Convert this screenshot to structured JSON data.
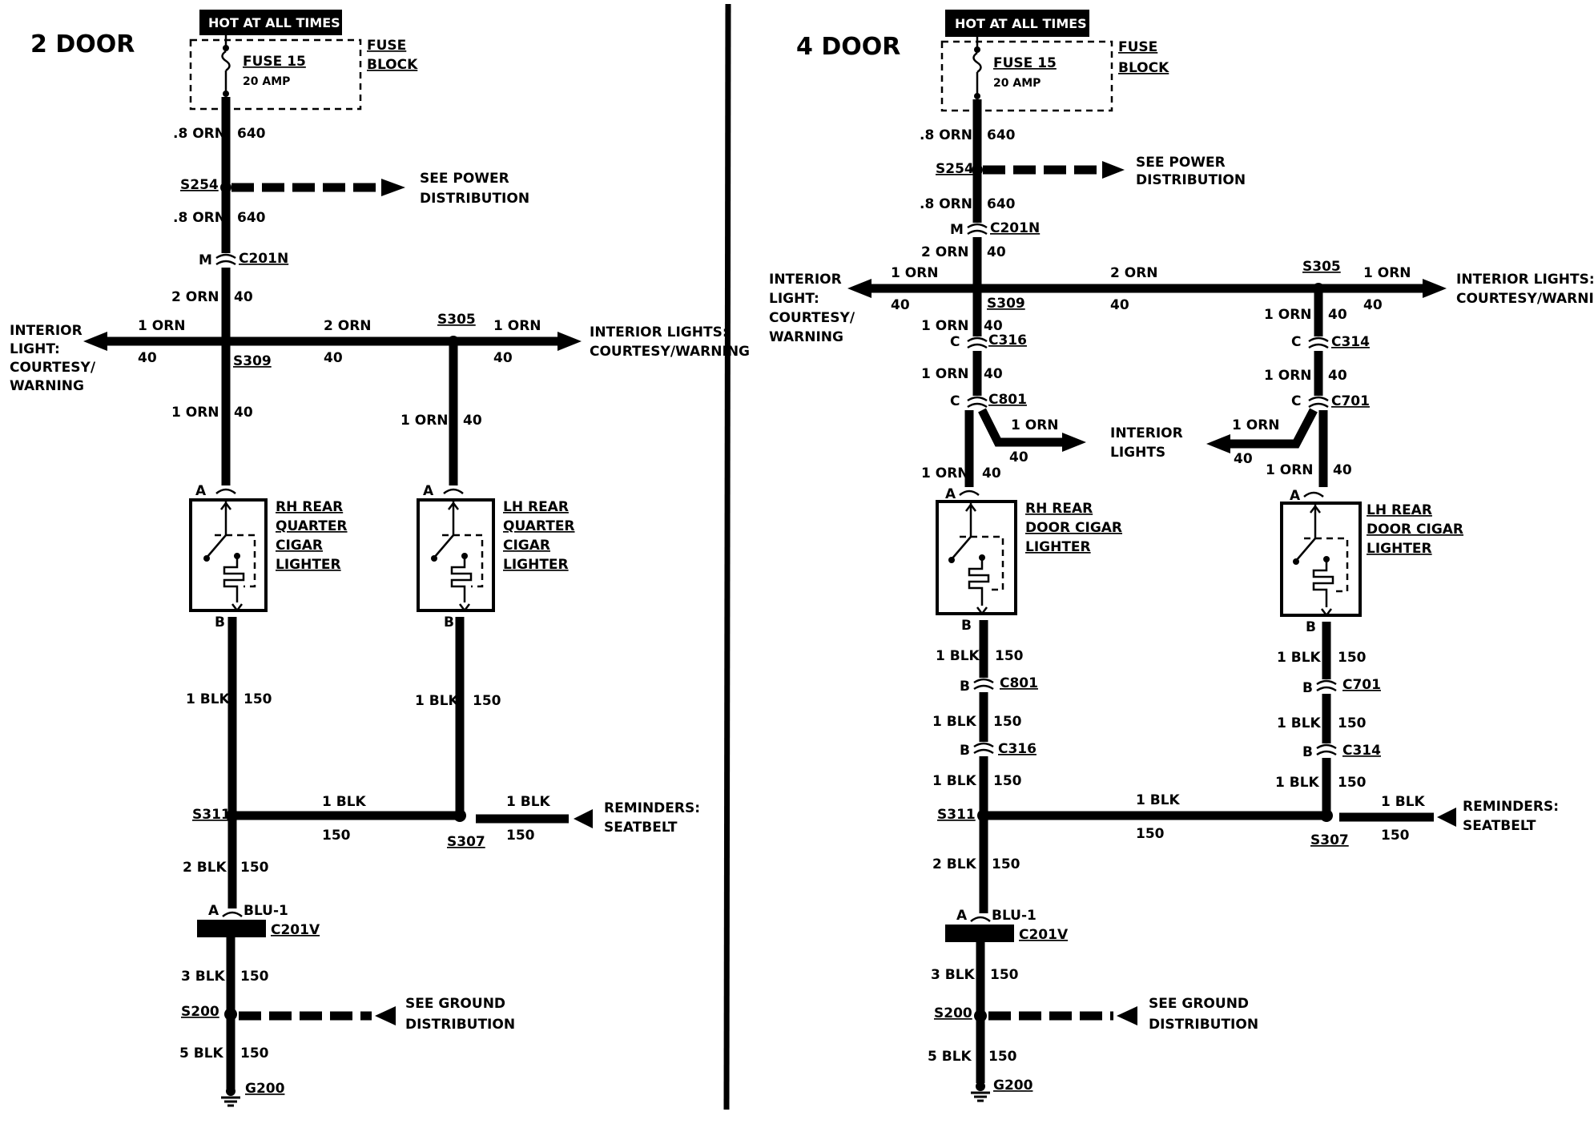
{
  "two_door": {
    "title": "2 DOOR",
    "hot_label": "HOT AT ALL TIMES",
    "fuse_name": "FUSE 15",
    "fuse_amp": "20 AMP",
    "fuse_block": [
      "FUSE",
      "BLOCK"
    ],
    "w1_gauge": ".8 ORN",
    "w1_circuit": "640",
    "s254": "S254",
    "see_power": [
      "SEE POWER",
      "DISTRIBUTION"
    ],
    "w2_gauge": ".8 ORN",
    "w2_circuit": "640",
    "conn_m": "M",
    "c201n": "C201N",
    "w3_gauge": "2 ORN",
    "w3_circuit": "40",
    "left_gauge": "1 ORN",
    "left_circuit": "40",
    "interior_left": [
      "INTERIOR",
      "LIGHT:",
      "COURTESY/",
      "WARNING"
    ],
    "s309": "S309",
    "mid_gauge": "2 ORN",
    "mid_circuit": "40",
    "s305": "S305",
    "right_gauge": "1 ORN",
    "right_circuit": "40",
    "interior_right": [
      "INTERIOR LIGHTS:",
      "COURTESY/WARNING"
    ],
    "rh_feed_gauge": "1 ORN",
    "rh_feed_circuit": "40",
    "lh_feed_gauge": "1 ORN",
    "lh_feed_circuit": "40",
    "pin_a": "A",
    "pin_b": "B",
    "rh_lighter": [
      "RH REAR",
      "QUARTER",
      "CIGAR",
      "LIGHTER"
    ],
    "lh_lighter": [
      "LH REAR",
      "QUARTER",
      "CIGAR",
      "LIGHTER"
    ],
    "rh_gnd_gauge": "1 BLK",
    "rh_gnd_circuit": "150",
    "lh_gnd_gauge": "1 BLK",
    "lh_gnd_circuit": "150",
    "s311": "S311",
    "blk_mid_gauge": "1 BLK",
    "blk_mid_circuit": "150",
    "s307": "S307",
    "rem_gauge": "1 BLK",
    "rem_circuit": "150",
    "reminders": [
      "REMINDERS:",
      "SEATBELT"
    ],
    "w_2blk_gauge": "2 BLK",
    "w_2blk_circuit": "150",
    "blu1_pin": "A",
    "blu1": "BLU-1",
    "c201v": "C201V",
    "w_3blk_gauge": "3 BLK",
    "w_3blk_circuit": "150",
    "s200": "S200",
    "see_ground": [
      "SEE GROUND",
      "DISTRIBUTION"
    ],
    "w_5blk_gauge": "5 BLK",
    "w_5blk_circuit": "150",
    "g200": "G200"
  },
  "four_door": {
    "title": "4 DOOR",
    "hot_label": "HOT AT ALL TIMES",
    "fuse_name": "FUSE 15",
    "fuse_amp": "20 AMP",
    "fuse_block": [
      "FUSE",
      "BLOCK"
    ],
    "w1_gauge": ".8 ORN",
    "w1_circuit": "640",
    "s254": "S254",
    "see_power": [
      "SEE POWER",
      "DISTRIBUTION"
    ],
    "w2_gauge": ".8 ORN",
    "w2_circuit": "640",
    "conn_m": "M",
    "c201n": "C201N",
    "w3_gauge": "2 ORN",
    "w3_circuit": "40",
    "left_gauge": "1 ORN",
    "left_circuit": "40",
    "interior_left": [
      "INTERIOR",
      "LIGHT:",
      "COURTESY/",
      "WARNING"
    ],
    "s309": "S309",
    "mid_gauge": "2 ORN",
    "mid_circuit": "40",
    "s305": "S305",
    "right_gauge": "1 ORN",
    "right_circuit": "40",
    "interior_right": [
      "INTERIOR LIGHTS:",
      "COURTESY/WARNING"
    ],
    "l_a_gauge": "1 ORN",
    "l_a_circuit": "40",
    "c316": "C316",
    "conn_c": "C",
    "l_b_gauge": "1 ORN",
    "l_b_circuit": "40",
    "c801": "C801",
    "l_branch_gauge": "1 ORN",
    "l_branch_circuit": "40",
    "interior_lights": [
      "INTERIOR",
      "LIGHTS"
    ],
    "l_c_gauge": "1 ORN",
    "l_c_circuit": "40",
    "r_a_gauge": "1 ORN",
    "r_a_circuit": "40",
    "c314": "C314",
    "r_b_gauge": "1 ORN",
    "r_b_circuit": "40",
    "c701": "C701",
    "r_branch_gauge": "1 ORN",
    "r_branch_circuit": "40",
    "r_c_gauge": "1 ORN",
    "r_c_circuit": "40",
    "pin_a": "A",
    "pin_b": "B",
    "rh_lighter": [
      "RH REAR",
      "DOOR CIGAR",
      "LIGHTER"
    ],
    "lh_lighter": [
      "LH REAR",
      "DOOR CIGAR",
      "LIGHTER"
    ],
    "lg1_gauge": "1 BLK",
    "lg1_circuit": "150",
    "lg_c801": "C801",
    "conn_b": "B",
    "lg2_gauge": "1 BLK",
    "lg2_circuit": "150",
    "lg_c316": "C316",
    "lg3_gauge": "1 BLK",
    "lg3_circuit": "150",
    "rg1_gauge": "1 BLK",
    "rg1_circuit": "150",
    "rg_c701": "C701",
    "rg2_gauge": "1 BLK",
    "rg2_circuit": "150",
    "rg_c314": "C314",
    "rg3_gauge": "1 BLK",
    "rg3_circuit": "150",
    "s311": "S311",
    "blk_mid_gauge": "1 BLK",
    "blk_mid_circuit": "150",
    "s307": "S307",
    "rem_gauge": "1 BLK",
    "rem_circuit": "150",
    "reminders": [
      "REMINDERS:",
      "SEATBELT"
    ],
    "w_2blk_gauge": "2 BLK",
    "w_2blk_circuit": "150",
    "blu1_pin": "A",
    "blu1": "BLU-1",
    "c201v": "C201V",
    "w_3blk_gauge": "3 BLK",
    "w_3blk_circuit": "150",
    "s200": "S200",
    "see_ground": [
      "SEE GROUND",
      "DISTRIBUTION"
    ],
    "w_5blk_gauge": "5 BLK",
    "w_5blk_circuit": "150",
    "g200": "G200"
  }
}
